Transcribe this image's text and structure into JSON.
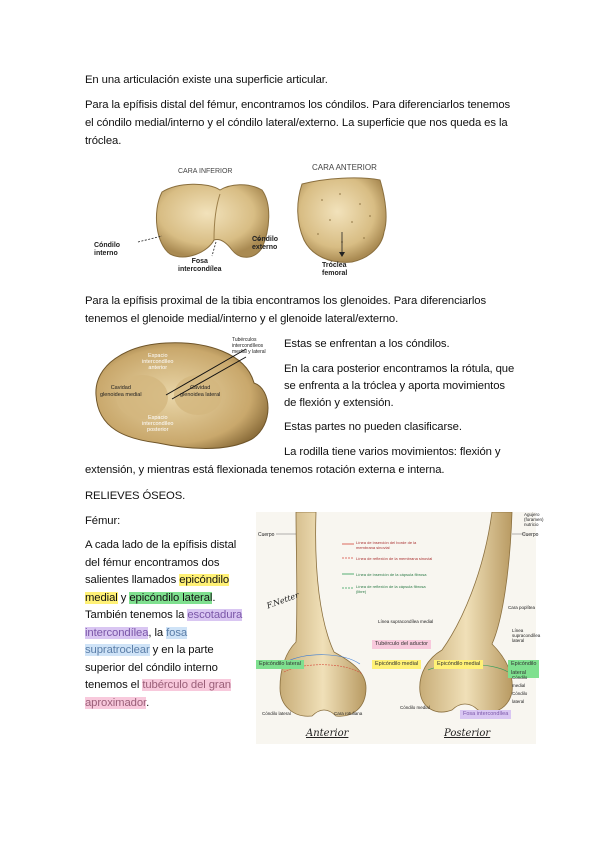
{
  "intro": {
    "line1": "En una articulación existe una superficie articular.",
    "femur_distal": [
      "Para la epífisis distal del fémur, encontramos los cóndilos. Para diferenciarlos tenemos",
      "el cóndilo medial/interno y el cóndilo lateral/externo. La superficie que nos queda es la",
      "tróclea."
    ]
  },
  "figure1": {
    "inferior_title": "CARA INFERIOR",
    "anterior_title": "CARA ANTERIOR",
    "label_condilo_interno": [
      "Cóndilo",
      "interno"
    ],
    "label_fosa": [
      "Fosa",
      "intercondílea"
    ],
    "label_condilo_externo": [
      "Cóndilo",
      "externo"
    ],
    "label_troclea": [
      "Tróclea",
      "femoral"
    ]
  },
  "tibia": {
    "lines": [
      "Para la epífisis proximal de la tibia encontramos los glenoides.  Para diferenciarlos",
      "tenemos el glenoide medial/interno y el glenoide lateral/externo."
    ],
    "figure": {
      "tuberculo": [
        "Tubérculos",
        "intercondíleos",
        "medial y lateral"
      ],
      "espacio_anterior": [
        "Espacio",
        "intercondíleo",
        "anterior"
      ],
      "cavidad_medial": [
        "Cavidad",
        "glenoidea medial"
      ],
      "cavidad_lateral": [
        "Cavidad",
        "glenoidea lateral"
      ],
      "espacio_posterior": [
        "Espacio",
        "intercondíleo",
        "posterior"
      ]
    },
    "side_text": [
      "Estas se enfrentan a los cóndilos.",
      "En la cara posterior encontramos la rótula, que",
      "se enfrenta a la tróclea y aporta movimientos",
      "de flexión y extensión.",
      "Estas partes no pueden clasificarse.",
      "La rodilla tiene varios movimientos: flexión y"
    ],
    "full_line": "extensión, y mientras está flexionada tenemos rotación externa e interna."
  },
  "relieves": {
    "heading": "RELIEVES ÓSEOS.",
    "femur_heading": "Fémur:",
    "p1": "A cada lado de la epífisis distal",
    "p2": "del fémur encontramos dos",
    "p3a": "salientes llamados ",
    "hl_epicondilo": "epicóndilo",
    "hl_medial": "medial",
    "p4b": " y ",
    "hl_epicondilo_lateral": "epicóndilo lateral",
    "p4c": ".",
    "p5a": "También tenemos la ",
    "hl_escotadura": "escotadura",
    "hl_intercondilea": "intercondílea",
    "p6b": ", la ",
    "hl_fosa": "fosa",
    "hl_supratroclear": "supratroclear",
    "p7b": " y en la parte",
    "p8": "superior del cóndilo interno",
    "p9a": "tenemos el ",
    "hl_tuberculo": "tubérculo del gran",
    "hl_aproximador": "aproximador",
    "p10b": "."
  },
  "figure2": {
    "agujero": [
      "Agujero",
      "(foramen)",
      "nutricio"
    ],
    "cuerpo_left": "Cuerpo",
    "cuerpo_right": "Cuerpo",
    "legend": [
      "Línea de inserción del borde de la membrana sinovial",
      "Línea de reflexión de la membrana sinovial",
      "Línea de inserción de la cápsula fibrosa",
      "Línea de reflexión de la cápsula fibrosa (libre)"
    ],
    "cara_poplitea": "Cara poplítea",
    "linea_medial": "Línea supracondílea medial",
    "linea_lateral": [
      "Línea",
      "supracondílea",
      "lateral"
    ],
    "tuberculo_aductor": "Tubérculo del aductor",
    "epicondilo_lateral_tag": "Epicóndilo lateral",
    "epicondilo_medial_tag": "Epicóndilo medial",
    "epicondilo_medial_tag2": "Epicóndilo medial",
    "epicondilo_lateral_tag2": "Epicóndilo lateral",
    "condilo_lateral_label": "Cóndilo lateral",
    "cara_rotuliana": "Cara rotuliana",
    "condilo_medial_label": "Cóndilo medial",
    "condilo_medial_right": "Cóndilo medial",
    "condilo_lateral_right": "Cóndilo lateral",
    "fosa_intercondilea_tag": "Fosa intercondílea",
    "hand_anterior": "Anterior",
    "hand_posterior": "Posterior",
    "signature": "F.Netter"
  },
  "colors": {
    "bone": "#e8d3a3",
    "bone_dark": "#b99b62",
    "yellow": "#fff176",
    "green": "#7fe08f",
    "purple": "#d9c6f2",
    "blue": "#cfe3f7",
    "pink": "#f8c9dc"
  }
}
